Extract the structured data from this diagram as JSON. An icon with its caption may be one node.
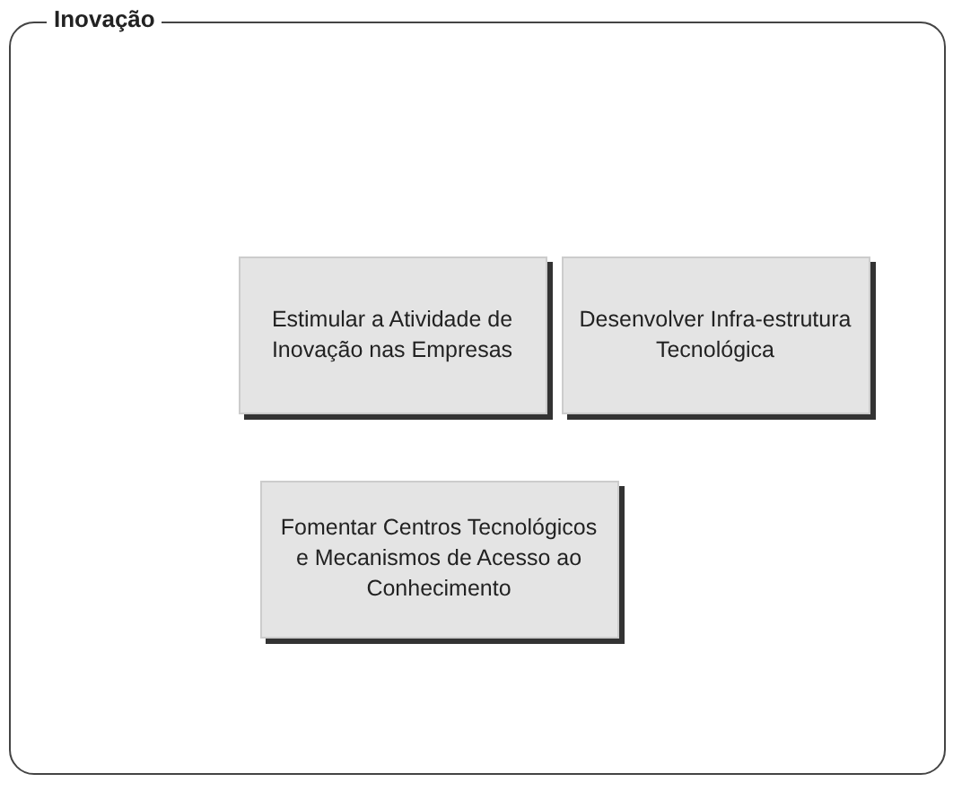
{
  "diagram": {
    "nodes": [
      {
        "text": [
          "Inovação"
        ]
      },
      {
        "text": [
          "Estimular a Atividade de Inovação nas Empresas"
        ],
        "in": 0
      },
      {
        "text": [
          "Desenvolver Infra-estrutura Tecnológica"
        ],
        "in": 0
      },
      {
        "text": [
          "Fomentar Centros Tecnológicos e Mecanismos de Acesso ao Conhecimento"
        ],
        "in": 0
      }
    ]
  }
}
